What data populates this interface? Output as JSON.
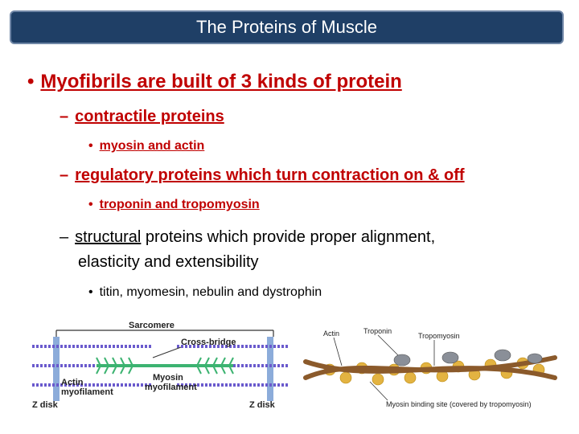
{
  "slide": {
    "title": "The Proteins of Muscle",
    "bullets": {
      "main": "Myofibrils are built of 3 kinds of protein",
      "contractile": "contractile proteins",
      "contractile_sub": "myosin and actin",
      "regulatory": "regulatory proteins which turn contraction on & off",
      "regulatory_sub": "troponin and tropomyosin",
      "structural_word": "structural",
      "structural_rest": " proteins which provide proper alignment,",
      "structural_line2": "elasticity and extensibility",
      "structural_sub": "titin, myomesin, nebulin and dystrophin"
    },
    "bullet_char": "•",
    "dash_char": "–"
  },
  "figure_left": {
    "sarcomere": "Sarcomere",
    "cross_bridge": "Cross-bridge",
    "myosin": "Myosin",
    "myofilament_myosin": "myofilament",
    "actin": "Actin",
    "myofilament_actin": "myofilament",
    "zdisk_left": "Z disk",
    "zdisk_right": "Z disk"
  },
  "figure_right": {
    "actin": "Actin",
    "troponin": "Troponin",
    "tropomyosin": "Tropomyosin",
    "binding_site": "Myosin binding site (covered by tropomyosin)"
  },
  "colors": {
    "title_bg": "#1f3f66",
    "red_text": "#c00000",
    "actin_purple": "#6a5acd",
    "myosin_green": "#3cb371",
    "zdisk_blue": "#7fa3d6"
  }
}
